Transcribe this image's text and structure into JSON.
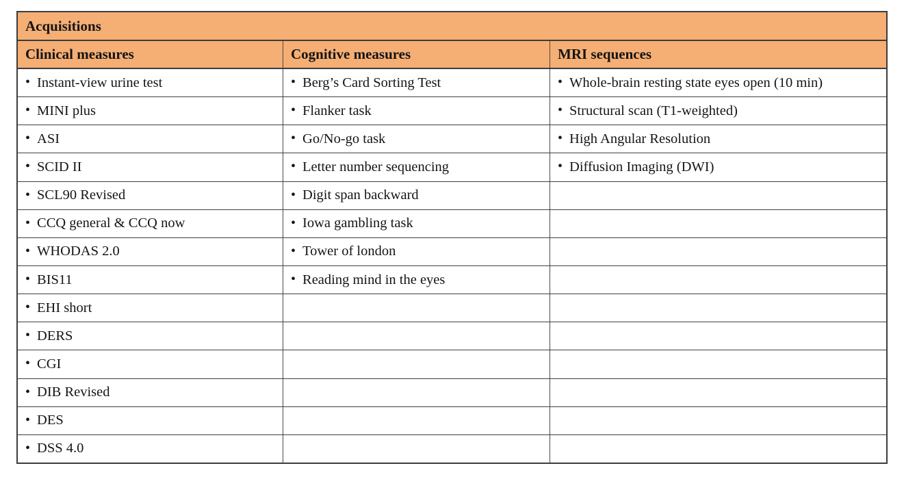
{
  "table": {
    "title": "Acquisitions",
    "row_count": 14,
    "columns": [
      {
        "label": "Clinical measures",
        "items": [
          "Instant-view urine test",
          "MINI plus",
          "ASI",
          "SCID II",
          "SCL90 Revised",
          "CCQ general & CCQ now",
          "WHODAS 2.0",
          "BIS11",
          "EHI short",
          "DERS",
          "CGI",
          "DIB Revised",
          "DES",
          "DSS 4.0"
        ]
      },
      {
        "label": "Cognitive measures",
        "items": [
          "Berg’s Card Sorting Test",
          "Flanker task",
          "Go/No-go task",
          "Letter number sequencing",
          "Digit span backward",
          "Iowa gambling task",
          "Tower of london",
          "Reading mind in the eyes"
        ]
      },
      {
        "label": "MRI sequences",
        "items": [
          "Whole-brain resting state eyes open (10 min)",
          "Structural scan (T1-weighted)",
          "High Angular Resolution",
          "Diffusion Imaging (DWI)"
        ]
      }
    ],
    "colors": {
      "header_bg": "#F5AE74",
      "border_outer": "#3C3C3C",
      "border_inner": "#4A4A4A",
      "text": "#141414",
      "page_bg": "#FFFFFF"
    },
    "icons": {
      "bullet": "•"
    }
  }
}
